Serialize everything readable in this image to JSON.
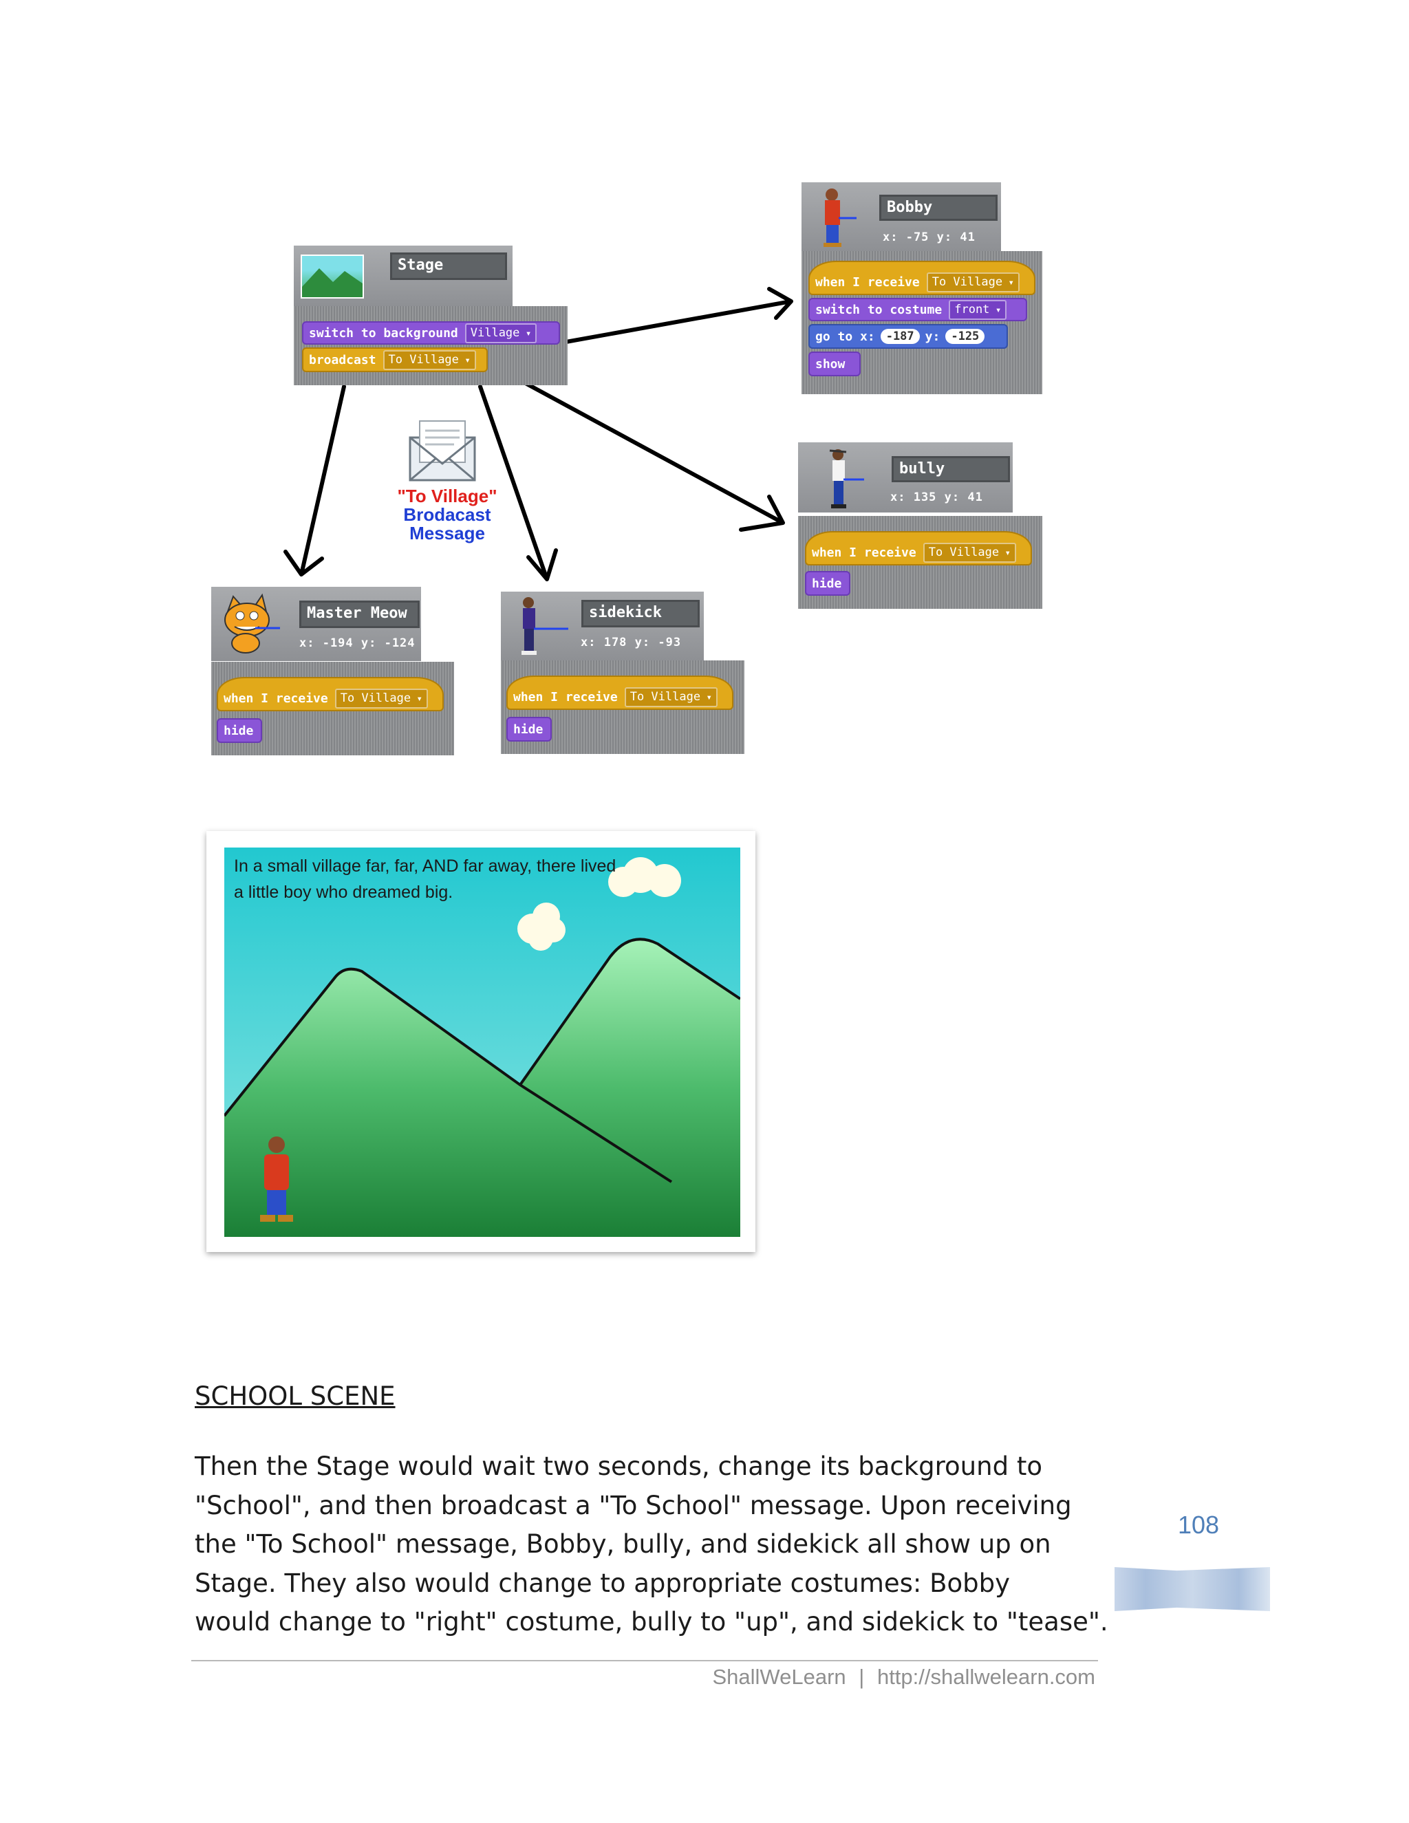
{
  "diagram": {
    "stage_panel": {
      "name": "Stage",
      "blocks": {
        "switch_bg": "switch to background",
        "switch_bg_value": "Village",
        "broadcast": "broadcast",
        "broadcast_value": "To Village"
      }
    },
    "bobby_panel": {
      "name": "Bobby",
      "coords": "x: -75   y: 41",
      "blocks": {
        "when_receive": "when I receive",
        "when_receive_value": "To Village",
        "switch_costume": "switch to costume",
        "switch_costume_value": "front",
        "go_to_x": "go to x:",
        "x_value": "-187",
        "go_to_y": "y:",
        "y_value": "-125",
        "show": "show"
      }
    },
    "bully_panel": {
      "name": "bully",
      "coords": "x: 135   y: 41",
      "blocks": {
        "when_receive": "when I receive",
        "when_receive_value": "To Village",
        "hide": "hide"
      }
    },
    "meow_panel": {
      "name": "Master Meow",
      "coords": "x: -194 y: -124",
      "blocks": {
        "when_receive": "when I receive",
        "when_receive_value": "To Village",
        "hide": "hide"
      }
    },
    "sidekick_panel": {
      "name": "sidekick",
      "coords": "x: 178   y: -93",
      "blocks": {
        "when_receive": "when I receive",
        "when_receive_value": "To Village",
        "hide": "hide"
      }
    },
    "message_label": {
      "line1": "\"To Village\"",
      "line2": "Brodacast",
      "line3": "Message"
    },
    "colors": {
      "accent_red": "#e0201c",
      "accent_blue": "#1f3fd4"
    }
  },
  "stage_scene": {
    "caption_line1": "In a small village far, far, AND far away, there lived",
    "caption_line2": "a little boy who dreamed big."
  },
  "document": {
    "heading": "SCHOOL SCENE",
    "paragraph_lines": [
      "Then the Stage would wait two seconds, change its background to",
      "\"School\", and then broadcast a \"To School\" message. Upon receiving",
      "the \"To School\" message, Bobby, bully, and sidekick all show up on",
      "Stage. They also would change to appropriate costumes: Bobby",
      "would change to \"right\" costume, bully to \"up\", and sidekick to \"tease\"."
    ]
  },
  "footer": {
    "page_number": "108",
    "brand": "ShallWeLearn",
    "separator": "|",
    "url": "http://shallwelearn.com"
  }
}
